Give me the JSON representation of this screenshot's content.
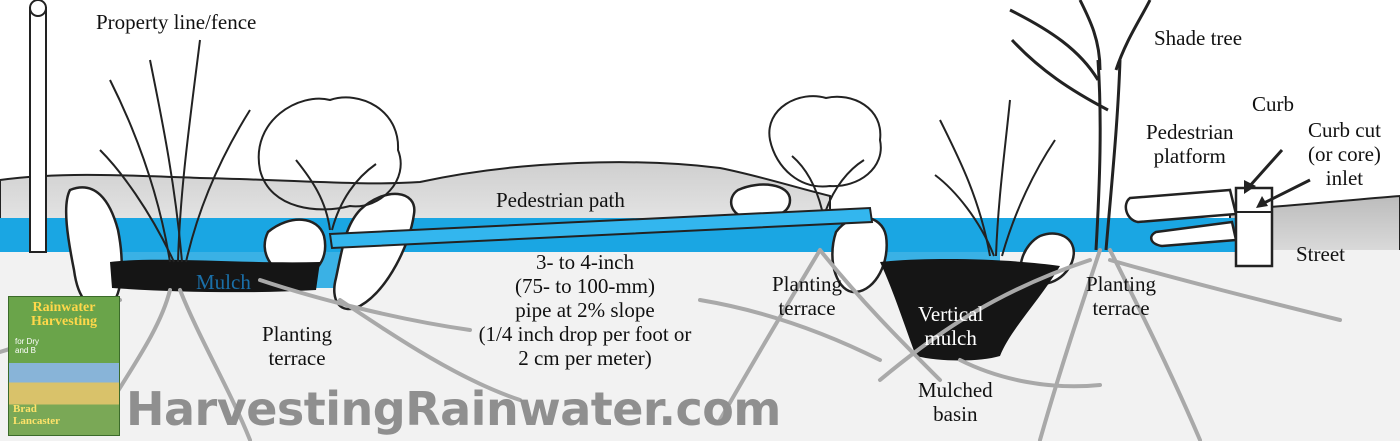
{
  "labels": {
    "property_line": "Property line/fence",
    "shade_tree": "Shade tree",
    "curb": "Curb",
    "pedestrian_platform": "Pedestrian\nplatform",
    "curb_cut": "Curb cut\n(or core)\ninlet",
    "pedestrian_path": "Pedestrian path",
    "street": "Street",
    "mulch": "Mulch",
    "pipe_note": "3- to 4-inch\n(75- to 100-mm)\npipe at 2% slope\n(1/4 inch drop per foot or\n2 cm per meter)",
    "planting_terrace_left": "Planting\nterrace",
    "planting_terrace_middle": "Planting\nterrace",
    "planting_terrace_right": "Planting\nterrace",
    "vertical_mulch": "Vertical\nmulch",
    "mulched_basin": "Mulched\nbasin"
  },
  "brand": {
    "website": "HarvestingRainwater.com"
  },
  "book_cover": {
    "title": "Rainwater\nHarvesting",
    "subtitle": "for Dry\nand B",
    "author": "Brad\nLancaster"
  },
  "colors": {
    "water": "#1aa6e3",
    "pipe": "#33b6ee",
    "ground_grey": "#d9d9d9",
    "roots": "#a9a9a9",
    "mulch": "#151515",
    "brand_text": "#8f8f8f"
  }
}
